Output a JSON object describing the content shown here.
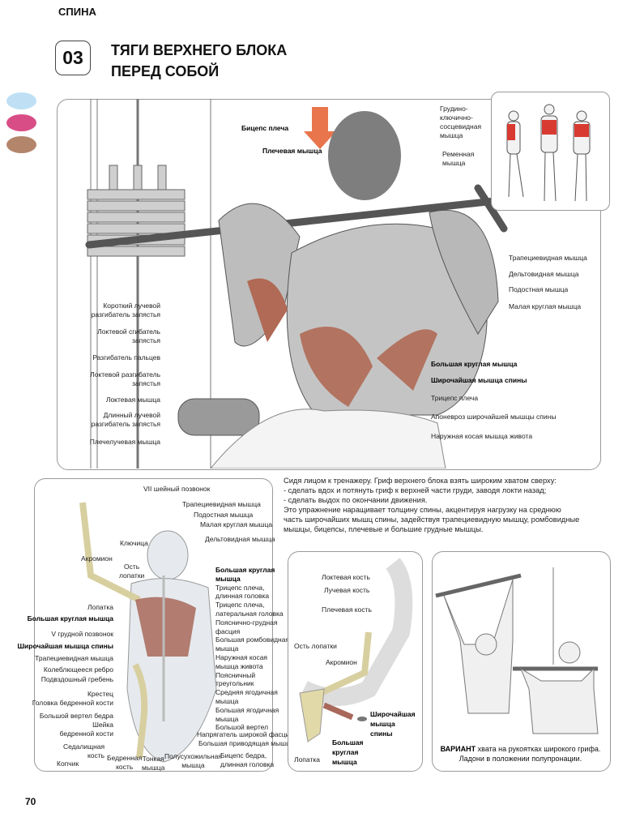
{
  "header": {
    "section": "СПИНА",
    "number": "03",
    "title_line1": "ТЯГИ ВЕРХНЕГО БЛОКА",
    "title_line2": "ПЕРЕД СОБОЙ"
  },
  "colors": {
    "dot1": "#bfe0f4",
    "dot2": "#d94d86",
    "dot3": "#b3856b",
    "muscle": "#b06a55",
    "highlight": "#d83a32"
  },
  "main_labels": {
    "top": [
      "Бицепс плеча",
      "Плечевая мышца"
    ],
    "neck": [
      "Грудино-",
      "ключично-",
      "сосцевидная",
      "мышца",
      "Ременная",
      "мышца"
    ],
    "left": [
      [
        "Короткий лучевой",
        "разгибатель запястья"
      ],
      [
        "Локтевой сгибатель",
        "запястья"
      ],
      [
        "Разгибатель пальцев"
      ],
      [
        "Локтевой разгибатель",
        "запястья"
      ],
      [
        "Локтевая мышца"
      ],
      [
        "Длинный лучевой",
        "разгибатель запястья"
      ],
      [
        "Плечелучевая мышца"
      ]
    ],
    "right": [
      "Трапециевидная мышца",
      "Дельтовидная мышца",
      "Подостная мышца",
      "Малая круглая мышца"
    ],
    "right_bottom": [
      "Большая круглая мышца",
      "Широчайшая мышца спины",
      "Трицепс плеча",
      "Апоневроз широчайшей мышцы спины",
      "Наружная косая мышца живота"
    ]
  },
  "description": {
    "lines": [
      "Сидя лицом к тренажеру. Гриф верхнего блока взять широким хватом сверху:",
      "-  сделать вдох и потянуть гриф к верхней части груди, заводя локти назад;",
      "-  сделать выдох по окончании движения.",
      "Это упражнение наращивает толщину спины, акцентируя нагрузку на среднюю",
      "часть широчайших мышц спины, задействуя трапециевидную мышцу, ромбовидные",
      "мышцы, бицепсы, плечевые и большие грудные мышцы."
    ]
  },
  "skeleton_labels": {
    "top": [
      "VII шейный позвонок",
      "Трапециевидная мышца",
      "Подостная мышца",
      "Малая круглая мышца",
      "Дельтовидная мышца",
      "Ключица",
      "Акромион",
      "Ость",
      "лопатки"
    ],
    "right": [
      "Большая круглая",
      "мышца",
      "Трицепс плеча,",
      "длинная головка",
      "Трицепс плеча,",
      "латеральная головка",
      "Пояснично-грудная",
      "фасция",
      "Большая ромбовидная",
      "мышца",
      "Наружная косая",
      "мышца живота",
      "Поясничный",
      "треугольник",
      "Средняя ягодичная",
      "мышца",
      "Большая ягодичная",
      "мышца",
      "Большой вертел",
      "Напрягатель широкой фасции",
      "Большая приводящая мышца",
      "Бицепс бедра,",
      "длинная головка"
    ],
    "left": [
      "Лопатка",
      "Большая круглая мышца",
      "V грудной позвонок",
      "Широчайшая мышца спины",
      "Трапециевидная мышца",
      "Колеблющееся ребро",
      "Подвздошный гребень",
      "Крестец",
      "Головка бедренной кости",
      "Большой вертел бедра",
      "Шейка",
      "бедренной кости",
      "Седалищная",
      "кость",
      "Копчик"
    ],
    "bottom": [
      "Бедренная",
      "кость",
      "Тонкая",
      "мышца",
      "Полусухожильная",
      "мышца"
    ]
  },
  "arm_labels": [
    "Локтевая кость",
    "Лучевая кость",
    "Плечевая кость",
    "Ость лопатки",
    "Акромион",
    "Широчайшая",
    "мышца",
    "спины",
    "Большая",
    "круглая",
    "мышца",
    "Лопатка"
  ],
  "variant": {
    "bold": "ВАРИАНТ",
    "line1": " хвата на рукоятках широкого грифа.",
    "line2": "Ладони в положении полупронации."
  },
  "page_number": "70"
}
